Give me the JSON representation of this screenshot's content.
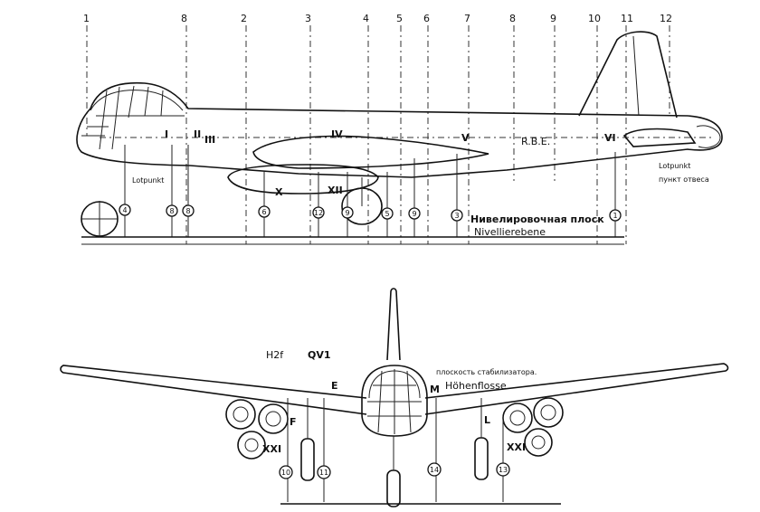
{
  "side_view": {
    "frame_numbers": [
      "1",
      "8",
      "2",
      "3",
      "4",
      "5",
      "6",
      "7",
      "8",
      "9",
      "10",
      "11",
      "12"
    ],
    "points": [
      "I",
      "II",
      "III",
      "IV",
      "V",
      "VI",
      "X",
      "XII"
    ],
    "labels": {
      "ref_line": "R.B.E.",
      "level_ru": "Нивелировочная плоск",
      "level_de": "Nivellierebene",
      "lotpunkt_de": "Lotpunkt",
      "lotpunkt_ru": "пункт отвеса",
      "lotpunkt_nose": "Lotpunkt"
    },
    "markers": [
      "4",
      "8",
      "8",
      "6",
      "12",
      "9",
      "5",
      "9",
      "3",
      "1"
    ]
  },
  "front_view": {
    "labels": {
      "h": "H2f",
      "qv": "QV1",
      "e": "E",
      "f": "F",
      "l": "L",
      "m": "M",
      "stab_ru": "плоскость стабилизатора.",
      "stab_de": "Höhenflosse",
      "xxi_left": "XXI",
      "xxi_right": "XXI"
    },
    "markers": [
      "10",
      "11",
      "14",
      "13"
    ]
  }
}
